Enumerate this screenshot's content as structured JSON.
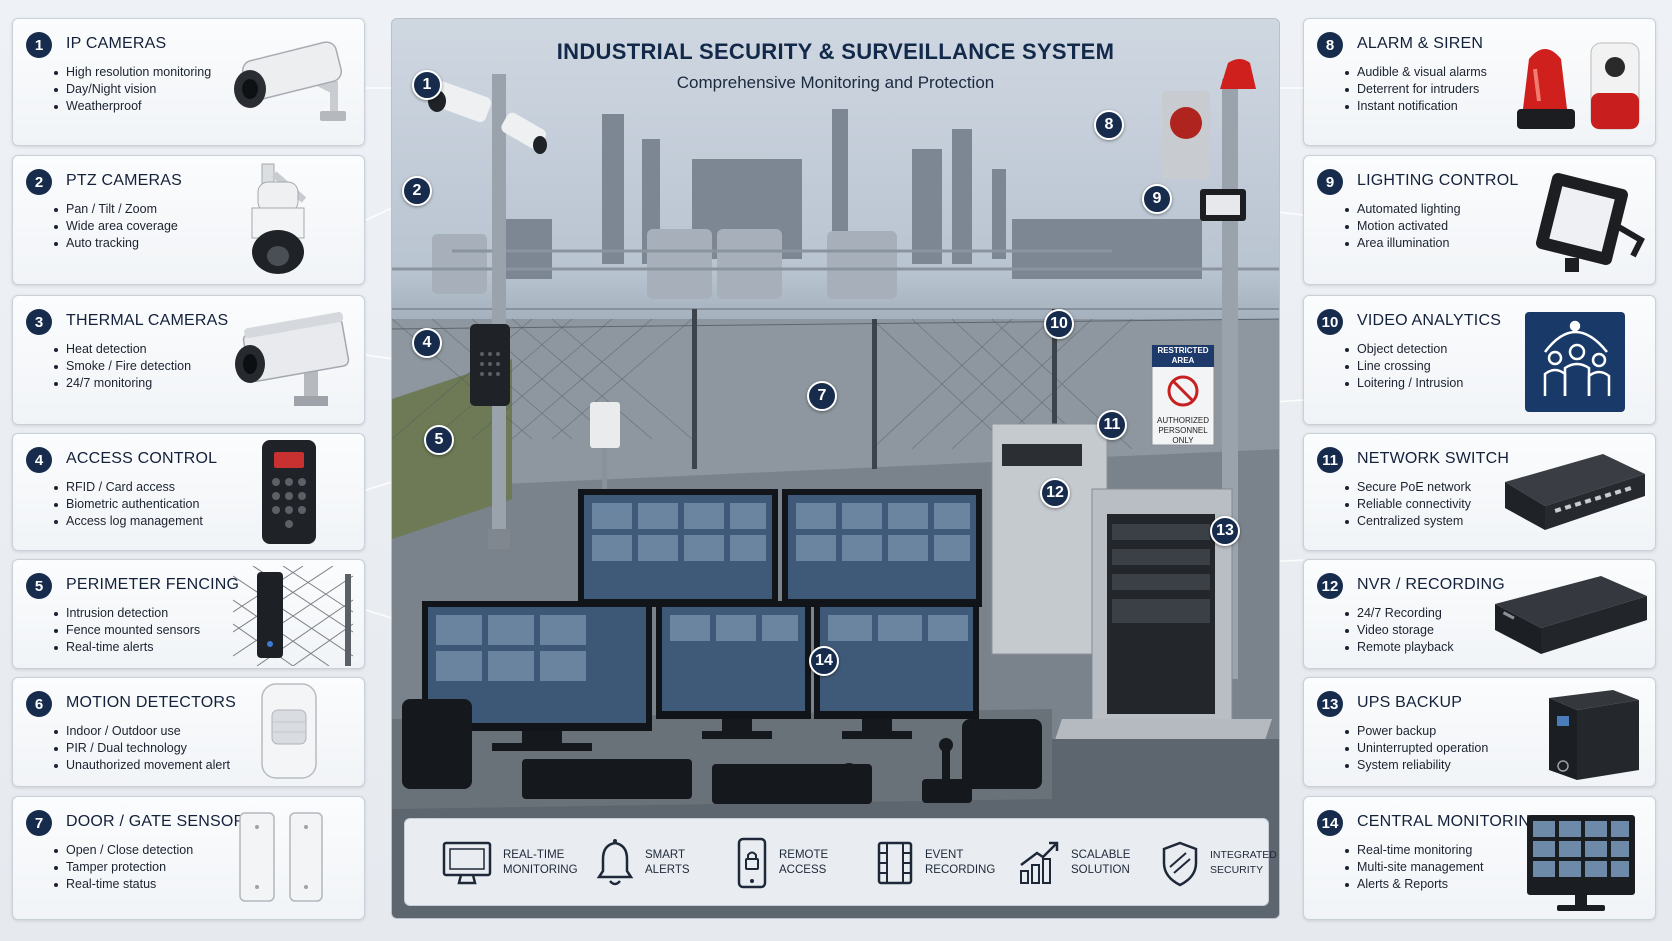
{
  "title": "INDUSTRIAL SECURITY & SURVEILLANCE SYSTEM",
  "subtitle": "Comprehensive Monitoring and Protection",
  "colors": {
    "navy": "#172c4d",
    "card_bg": "#f4f6f9",
    "accent_red": "#d0201d"
  },
  "left_cards": [
    {
      "num": "1",
      "title": "IP CAMERAS",
      "items": [
        "High resolution monitoring",
        "Day/Night vision",
        "Weatherproof"
      ],
      "icon": "bullet-camera-icon"
    },
    {
      "num": "2",
      "title": "PTZ CAMERAS",
      "items": [
        "Pan / Tilt / Zoom",
        "Wide area coverage",
        "Auto tracking"
      ],
      "icon": "ptz-camera-icon"
    },
    {
      "num": "3",
      "title": "THERMAL CAMERAS",
      "items": [
        "Heat detection",
        "Smoke / Fire detection",
        "24/7 monitoring"
      ],
      "icon": "thermal-camera-icon"
    },
    {
      "num": "4",
      "title": "ACCESS CONTROL",
      "items": [
        "RFID / Card access",
        "Biometric authentication",
        "Access log management"
      ],
      "icon": "keypad-reader-icon"
    },
    {
      "num": "5",
      "title": "PERIMETER FENCING",
      "items": [
        "Intrusion detection",
        "Fence mounted sensors",
        "Real-time alerts"
      ],
      "icon": "fence-sensor-icon"
    },
    {
      "num": "6",
      "title": "MOTION DETECTORS",
      "items": [
        "Indoor / Outdoor use",
        "PIR  /  Dual technology",
        "Unauthorized movement alert"
      ],
      "icon": "motion-detector-icon"
    },
    {
      "num": "7",
      "title": "DOOR / GATE SENSORS",
      "items": [
        "Open / Close detection",
        "Tamper protection",
        "Real-time status"
      ],
      "icon": "door-sensor-icon"
    }
  ],
  "right_cards": [
    {
      "num": "8",
      "title": "ALARM & SIREN",
      "items": [
        "Audible & visual alarms",
        "Deterrent for intruders",
        "Instant notification"
      ],
      "icon": "siren-icon"
    },
    {
      "num": "9",
      "title": "LIGHTING CONTROL",
      "items": [
        "Automated lighting",
        "Motion activated",
        "Area illumination"
      ],
      "icon": "floodlight-icon"
    },
    {
      "num": "10",
      "title": "VIDEO ANALYTICS",
      "items": [
        "Object detection",
        "Line crossing",
        "Loitering / Intrusion"
      ],
      "icon": "people-analytics-icon"
    },
    {
      "num": "11",
      "title": "NETWORK SWITCH",
      "items": [
        "Secure PoE network",
        "Reliable connectivity",
        "Centralized system"
      ],
      "icon": "network-switch-icon"
    },
    {
      "num": "12",
      "title": "NVR / RECORDING",
      "items": [
        "24/7 Recording",
        "Video storage",
        "Remote playback"
      ],
      "icon": "nvr-icon"
    },
    {
      "num": "13",
      "title": "UPS BACKUP",
      "items": [
        "Power backup",
        "Uninterrupted operation",
        "System reliability"
      ],
      "icon": "ups-icon"
    },
    {
      "num": "14",
      "title": "CENTRAL MONITORING",
      "items": [
        "Real-time monitoring",
        "Multi-site management",
        "Alerts & Reports"
      ],
      "icon": "monitor-wall-icon"
    }
  ],
  "scene": {
    "sign_lines": [
      "RESTRICTED",
      "AREA",
      "AUTHORIZED",
      "PERSONNEL",
      "ONLY"
    ],
    "markers": [
      "1",
      "2",
      "4",
      "5",
      "7",
      "8",
      "9",
      "10",
      "11",
      "12",
      "13",
      "14"
    ]
  },
  "features": [
    {
      "l1": "REAL-TIME",
      "l2": "MONITORING",
      "icon": "monitor-icon"
    },
    {
      "l1": "SMART",
      "l2": "ALERTS",
      "icon": "bell-icon"
    },
    {
      "l1": "REMOTE",
      "l2": "ACCESS",
      "icon": "smartphone-lock-icon"
    },
    {
      "l1": "EVENT",
      "l2": "RECORDING",
      "icon": "film-icon"
    },
    {
      "l1": "SCALABLE",
      "l2": "SOLUTION",
      "icon": "growth-chart-icon"
    },
    {
      "l1": "INTEGRATED",
      "l2": "SECURITY",
      "icon": "shield-icon"
    }
  ]
}
